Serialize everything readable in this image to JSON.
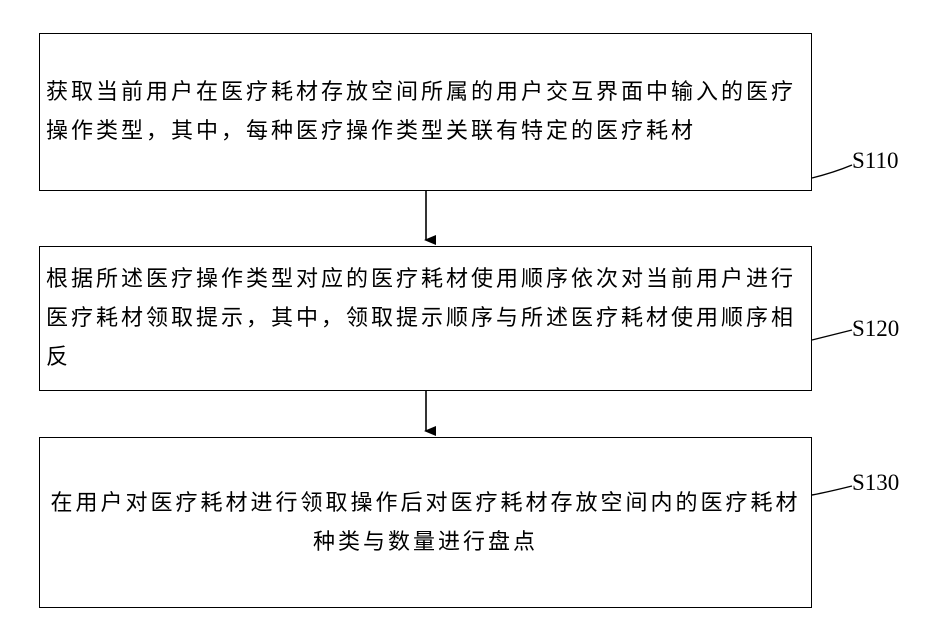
{
  "steps": [
    {
      "text": "获取当前用户在医疗耗材存放空间所属的用户交互界面中输入的医疗操作类型，其中，每种医疗操作类型关联有特定的医疗耗材",
      "label": "S110"
    },
    {
      "text": "根据所述医疗操作类型对应的医疗耗材使用顺序依次对当前用户进行医疗耗材领取提示，其中，领取提示顺序与所述医疗耗材使用顺序相反",
      "label": "S120"
    },
    {
      "text": "在用户对医疗耗材进行领取操作后对医疗耗材存放空间内的医疗耗材种类与数量进行盘点",
      "label": "S130"
    }
  ]
}
